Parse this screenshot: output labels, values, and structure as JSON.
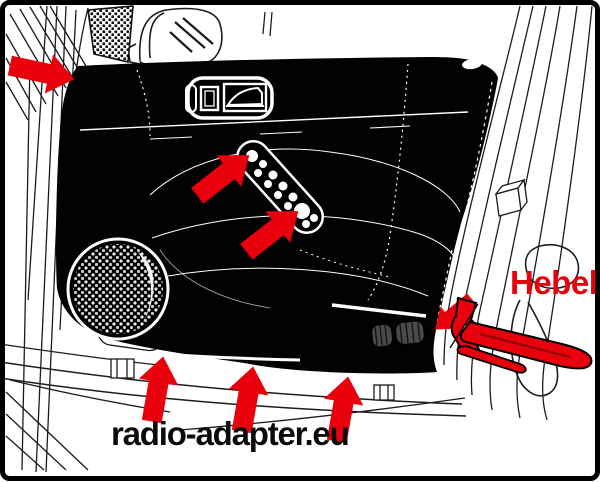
{
  "figure": {
    "title": "car-door-trim-panel-removal-diagram",
    "labels": {
      "lever": "Hebel",
      "watermark": "radio-adapter.eu"
    },
    "colors": {
      "annotation_red": "#e8000d",
      "ink": "#1c1c1c",
      "panel": "#020202",
      "background": "#ffffff",
      "border": "#000000"
    },
    "annotations": {
      "tool": "pry-lever",
      "arrows": [
        {
          "id": "clip-top-left",
          "direction": "right"
        },
        {
          "id": "grip-strip-upper",
          "direction": "up-right"
        },
        {
          "id": "grip-strip-lower",
          "direction": "up-right"
        },
        {
          "id": "bottom-clip-left",
          "direction": "up"
        },
        {
          "id": "bottom-clip-middle",
          "direction": "up"
        },
        {
          "id": "bottom-clip-right",
          "direction": "up"
        },
        {
          "id": "lever-entry-point",
          "direction": "down-left"
        }
      ]
    }
  }
}
